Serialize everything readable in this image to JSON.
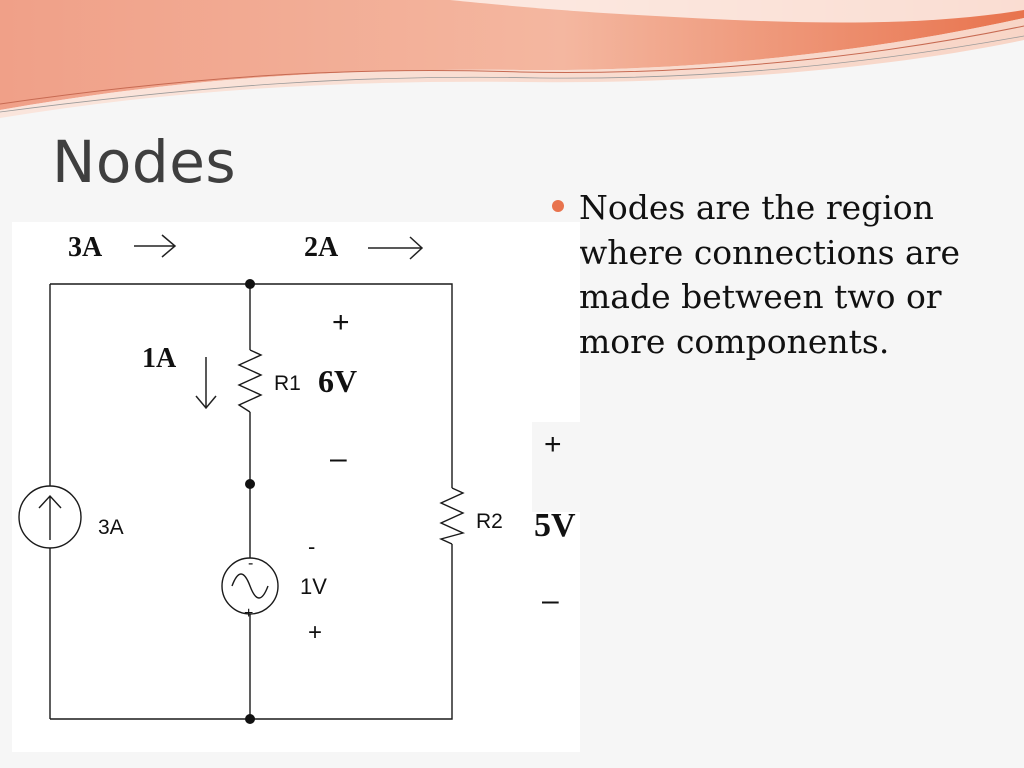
{
  "slide": {
    "title": "Nodes",
    "bullets": [
      "Nodes are the region where connections are made between two or more components."
    ],
    "accent_color": "#e8734d",
    "bullet_icon": "bullet-dot-icon"
  },
  "circuit": {
    "current_left": "3A",
    "current_right": "2A",
    "current_r1": "1A",
    "r1_label": "R1",
    "r1_voltage": "6V",
    "r1_plus": "+",
    "r1_minus": "–",
    "source_current_label": "3A",
    "voltage_source_label": "1V",
    "vs_minus_outer": "-",
    "vs_plus_outer": "+",
    "vs_minus_inner": "-",
    "vs_plus_inner": "+",
    "r2_label": "R2",
    "r2_voltage": "5V",
    "r2_plus": "+",
    "r2_minus": "–",
    "icons": [
      "arrow-right-icon",
      "arrow-down-icon",
      "current-source-icon",
      "ac-source-icon",
      "resistor-icon"
    ]
  }
}
